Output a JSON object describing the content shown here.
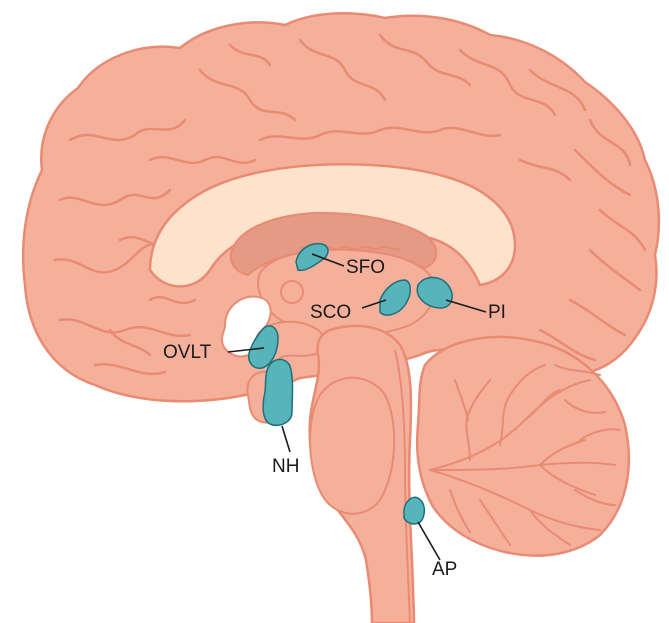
{
  "labels": {
    "sfo": "SFO",
    "sco": "SCO",
    "pi": "PI",
    "ovlt": "OVLT",
    "nh": "NH",
    "ap": "AP"
  },
  "colors": {
    "brain_fill": "#f5b09c",
    "brain_stroke": "#e98b72",
    "corpus_callosum": "#fde3cc",
    "ventricle": "#e49a84",
    "organ_fill": "#58b4bb",
    "organ_stroke": "#1f6f78",
    "leader_line": "#1a1a1a"
  }
}
